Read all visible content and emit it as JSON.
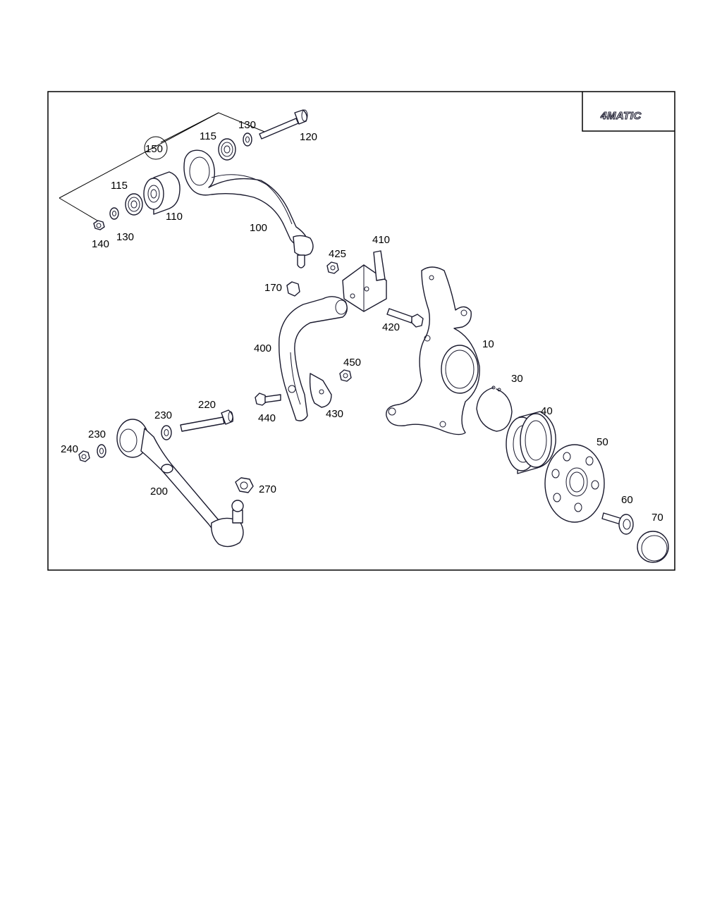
{
  "badge": {
    "text": "4MATIC"
  },
  "labels": {
    "p10": "10",
    "p30": "30",
    "p40": "40",
    "p50": "50",
    "p60": "60",
    "p70": "70",
    "p100": "100",
    "p110": "110",
    "p115a": "115",
    "p115b": "115",
    "p120": "120",
    "p130a": "130",
    "p130b": "130",
    "p140": "140",
    "p150": "150",
    "p170": "170",
    "p200": "200",
    "p220": "220",
    "p230a": "230",
    "p230b": "230",
    "p240": "240",
    "p270": "270",
    "p400": "400",
    "p410": "410",
    "p420": "420",
    "p425": "425",
    "p430": "430",
    "p440": "440",
    "p450": "450"
  },
  "colors": {
    "line": "#1a1a2e",
    "frame": "#000000",
    "background": "#ffffff"
  }
}
